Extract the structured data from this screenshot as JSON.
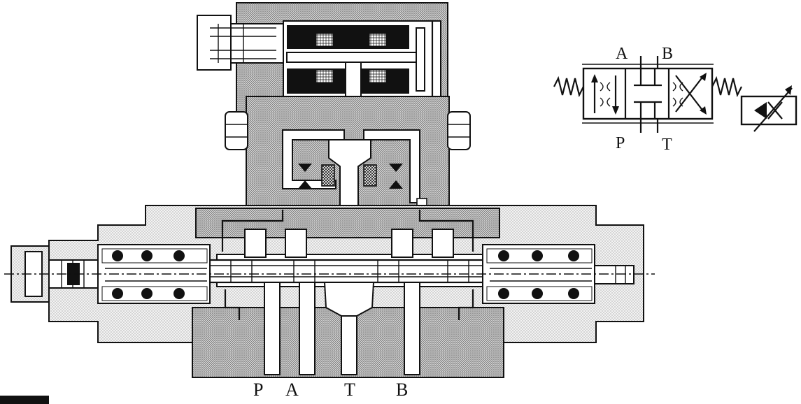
{
  "valve_ports": [
    "P",
    "A",
    "T",
    "B"
  ],
  "symbol_ports_top": [
    "A",
    "B"
  ],
  "symbol_ports_bottom": [
    "P",
    "T"
  ],
  "colors": {
    "ink": "#111111",
    "paper": "#ffffff",
    "stipple": "#9a9a9a"
  }
}
